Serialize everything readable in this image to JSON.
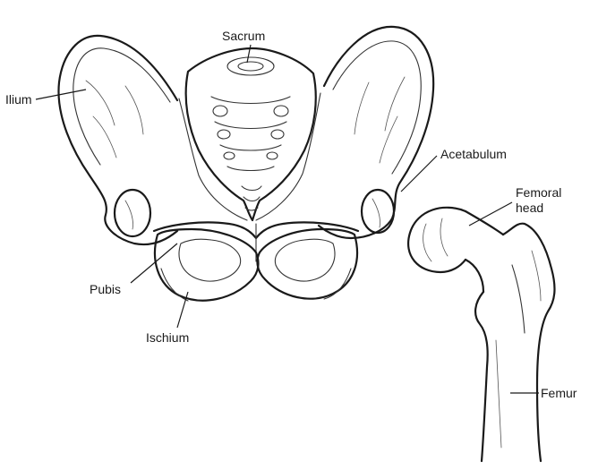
{
  "figure": {
    "labels": {
      "sacrum": "Sacrum",
      "ilium": "Ilium",
      "acetabulum": "Acetabulum",
      "femoral_head": "Femoral\nhead",
      "pubis": "Pubis",
      "ischium": "Ischium",
      "femur": "Femur"
    }
  }
}
